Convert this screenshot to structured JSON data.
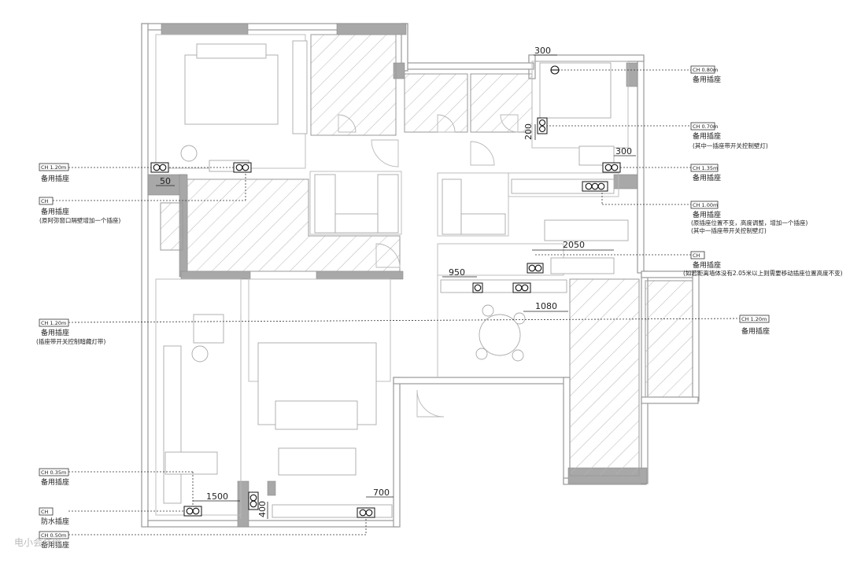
{
  "dimensions": [
    "300",
    "300",
    "50",
    "2050",
    "950",
    "1080",
    "1500",
    "700",
    "200",
    "400"
  ],
  "callouts": [
    {
      "tag": "CH  0.80m",
      "label": "备用插座",
      "note": ""
    },
    {
      "tag": "CH  0.70m",
      "label": "备用插座",
      "note": "(其中一插座带开关控制壁灯)"
    },
    {
      "tag": "CH  1.20m",
      "label": "备用插座",
      "note": ""
    },
    {
      "tag": "CH  1.35m",
      "label": "备用插座",
      "note": ""
    },
    {
      "tag": "CH",
      "label": "备用插座",
      "note": "(原阿弥窗口隔壁增加一个插座)"
    },
    {
      "tag": "CH  1.00m",
      "label": "备用插座",
      "note": "(原插座位置不变，高度调整，增加一个插座)",
      "note2": "(其中一插座带开关控制壁灯)"
    },
    {
      "tag": "CH",
      "label": "备用插座",
      "note": "(如若距离墙体没有2.05米以上则需要移动插座位置高度不变)"
    },
    {
      "tag": "CH  1.20m",
      "label": "备用插座",
      "note": "(插座带开关控制暗藏灯带)"
    },
    {
      "tag": "CH  1.20m",
      "label": "备用插座",
      "note": ""
    },
    {
      "tag": "CH  0.35m",
      "label": "备用插座",
      "note": ""
    },
    {
      "tag": "CH",
      "label": "防水插座",
      "note": ""
    },
    {
      "tag": "CH  0.50m",
      "label": "备用插座",
      "note": ""
    }
  ],
  "watermark": "电小会装修"
}
